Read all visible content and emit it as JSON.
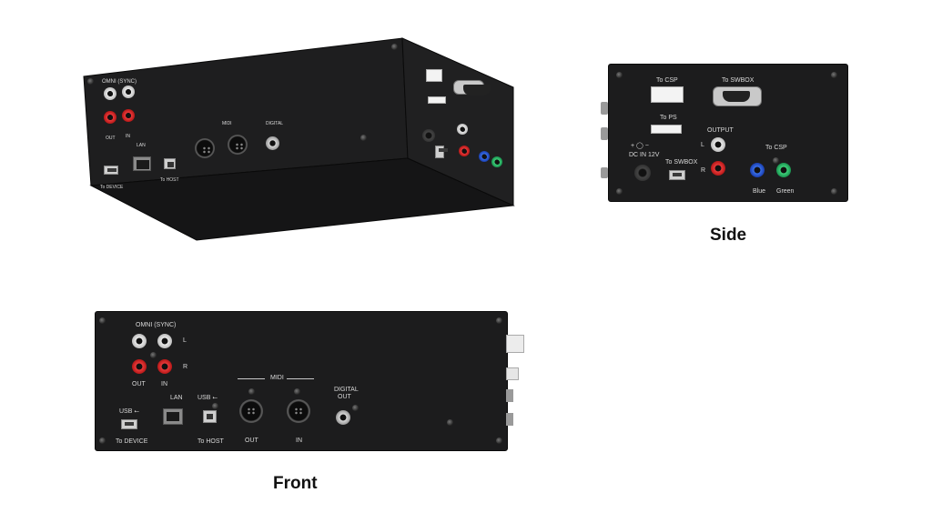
{
  "captions": {
    "side": "Side",
    "front": "Front"
  },
  "labels": {
    "omni_sync": "OMNI (SYNC)",
    "l": "L",
    "r": "R",
    "out": "OUT",
    "in": "IN",
    "lan": "LAN",
    "usb": "USB",
    "usb_symbol": "⭠",
    "to_device": "To DEVICE",
    "to_host": "To HOST",
    "midi": "MIDI",
    "digital_out_line1": "DIGITAL",
    "digital_out_line2": "OUT",
    "to_csp": "To CSP",
    "to_swbox": "To SWBOX",
    "to_ps": "To PS",
    "output": "OUTPUT",
    "dc_in": "DC IN 12V",
    "blue": "Blue",
    "green": "Green"
  },
  "colors": {
    "panel": "#1c1c1d",
    "background": "#ffffff"
  }
}
